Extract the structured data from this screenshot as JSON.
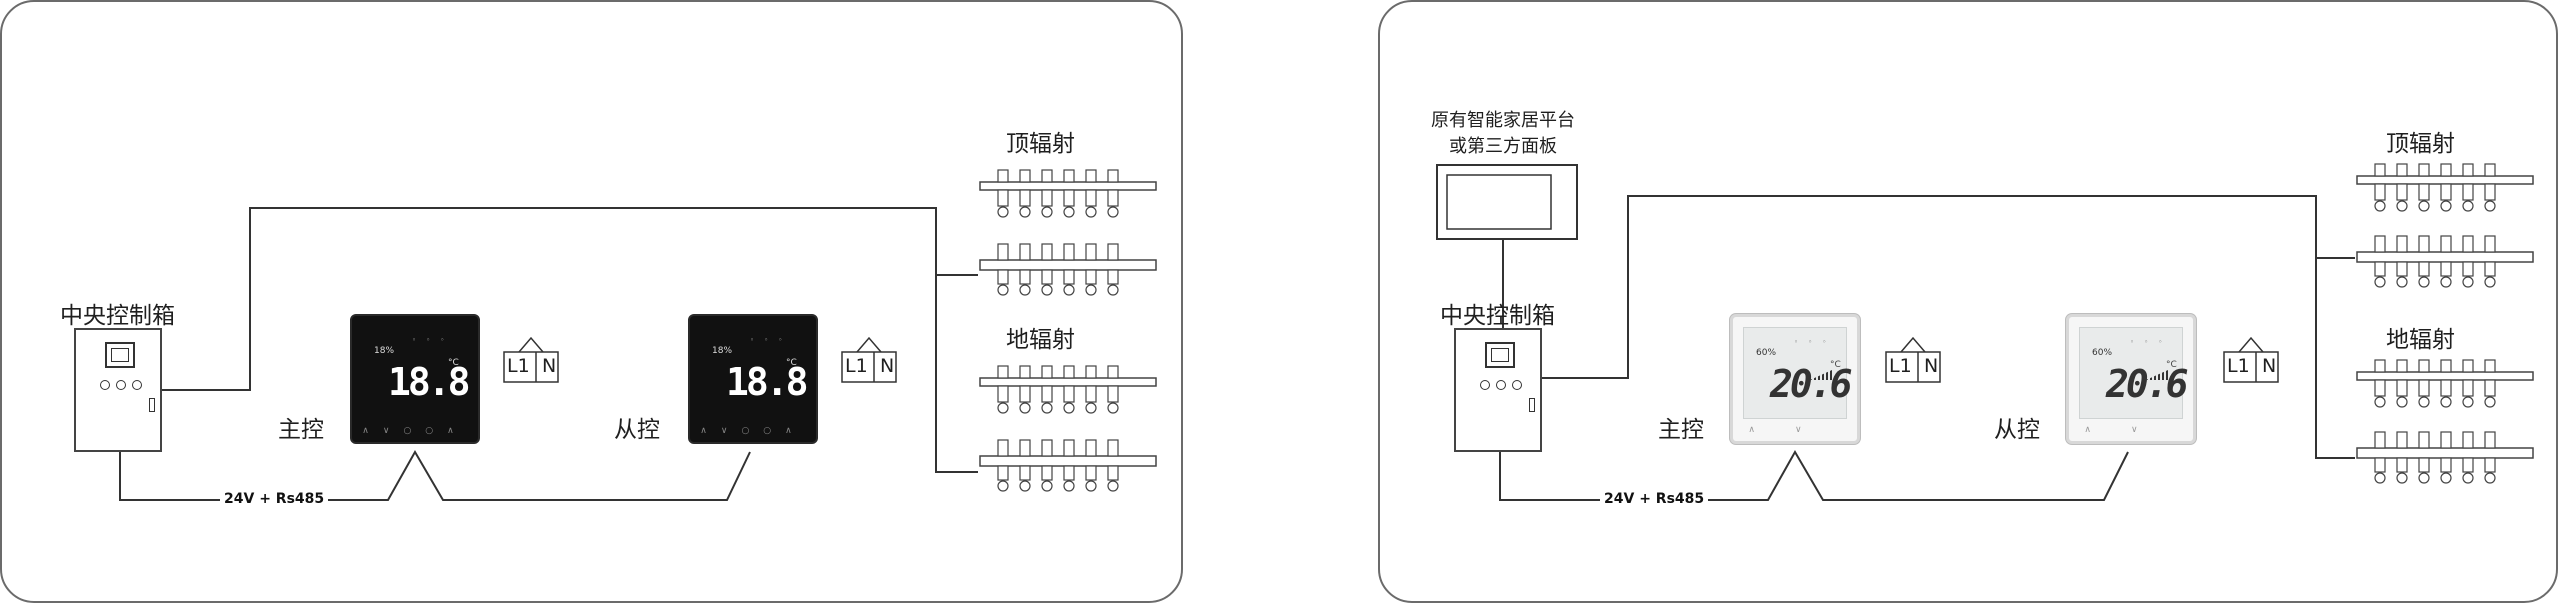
{
  "left": {
    "cabinet_label": "中央控制箱",
    "master_label": "主控",
    "slave_label": "从控",
    "master_temp": "18.8",
    "slave_temp": "18.8",
    "master_hum": "18%",
    "slave_hum": "18%",
    "unit": "°C",
    "bus_label": "24V + Rs485",
    "term_l": "L1",
    "term_n": "N",
    "top_radiant": "顶辐射",
    "floor_radiant": "地辐射"
  },
  "right": {
    "platform_label_1": "原有智能家居平台",
    "platform_label_2": "或第三方面板",
    "cabinet_label": "中央控制箱",
    "master_label": "主控",
    "slave_label": "从控",
    "master_temp": "20.6",
    "slave_temp": "20.6",
    "master_hum": "60%",
    "slave_hum": "60%",
    "unit": "°C",
    "bus_label": "24V + Rs485",
    "term_l": "L1",
    "term_n": "N",
    "top_radiant": "顶辐射",
    "floor_radiant": "地辐射"
  },
  "colors": {
    "frame": "#6b6b6b",
    "wire": "#333333",
    "dark_panel": "#111111",
    "light_panel": "#f6f6f6"
  },
  "icons": [
    "central-control-cabinet-icon",
    "thermostat-icon",
    "terminal-icon",
    "manifold-icon",
    "smart-panel-icon"
  ]
}
